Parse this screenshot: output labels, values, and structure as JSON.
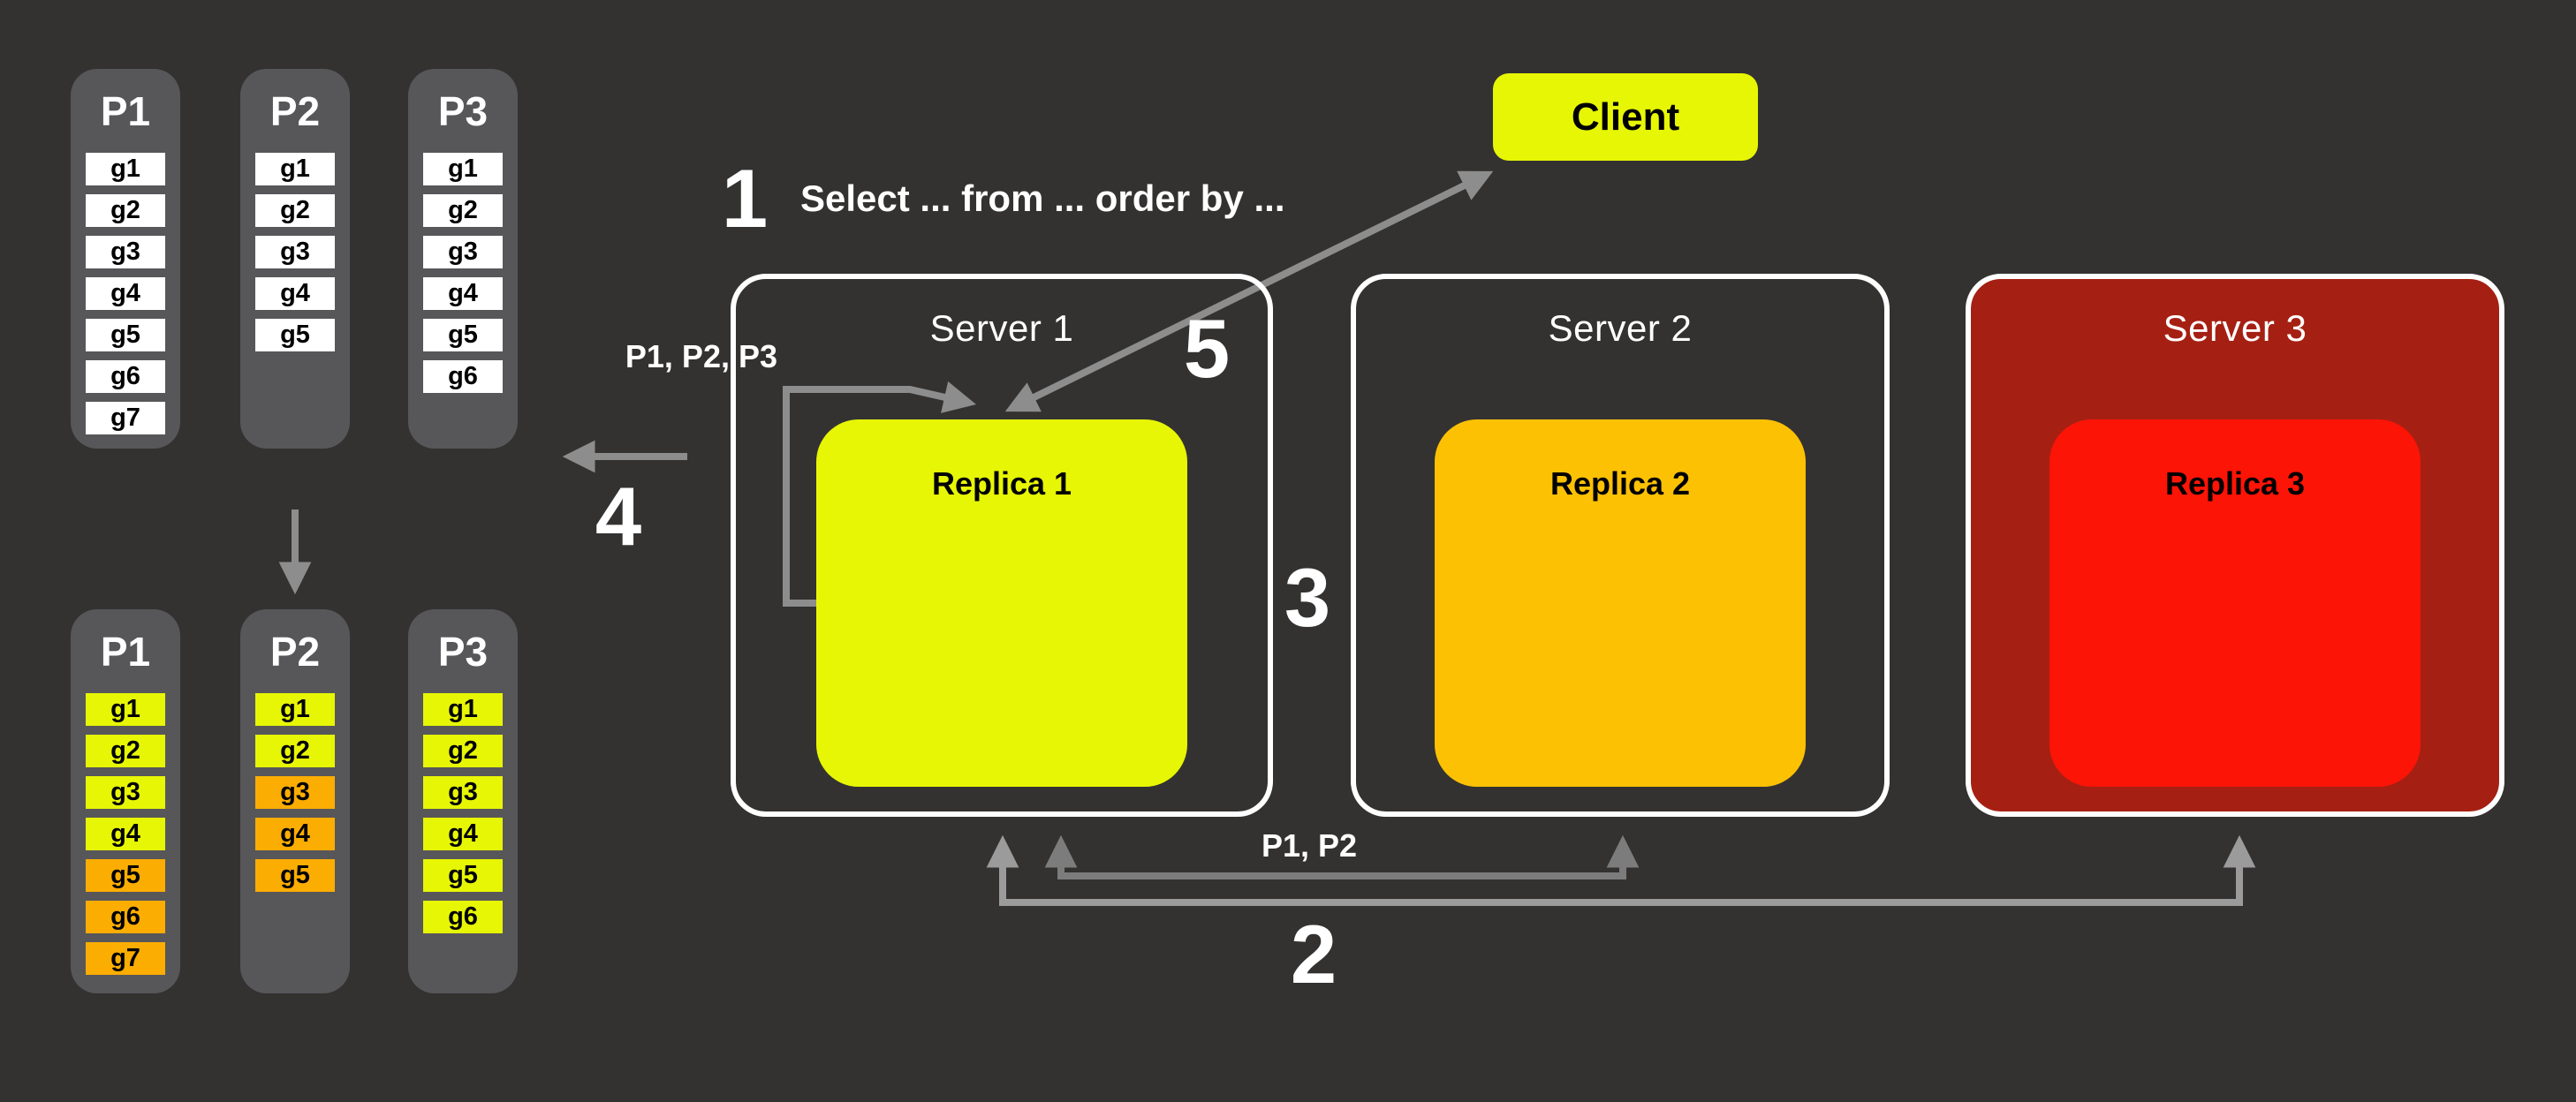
{
  "colors": {
    "background": "#333231",
    "panel_gray": "#57575a",
    "cell_white": "#ffffff",
    "yellow": "#e7f604",
    "amber": "#fdc104",
    "orange": "#fbad02",
    "red": "#fc1407",
    "dark_red": "#a52013",
    "arrow_gray": "#8d8d8d",
    "arrow_dark_gray": "#7c7c7c",
    "arrow_light_gray": "#9b9b9b",
    "text_light": "#ffffff",
    "text_dark": "#000000"
  },
  "client": {
    "label": "Client"
  },
  "steps": {
    "s1": "1",
    "s2": "2",
    "s3": "3",
    "s4": "4",
    "s5": "5"
  },
  "annotations": {
    "query": "Select ... from ... order by ...",
    "partitions_into_server1": "P1, P2, P3",
    "partitions_to_server2": "P1, P2"
  },
  "servers": [
    {
      "label": "Server 1",
      "bg_key": null,
      "replica": {
        "label": "Replica 1",
        "color_key": "yellow"
      }
    },
    {
      "label": "Server 2",
      "bg_key": null,
      "replica": {
        "label": "Replica 2",
        "color_key": "amber"
      }
    },
    {
      "label": "Server 3",
      "bg_key": "dark_red",
      "replica": {
        "label": "Replica 3",
        "color_key": "red"
      }
    }
  ],
  "partition_groups": [
    {
      "id": "top",
      "columns": [
        {
          "label": "P1",
          "cells": [
            {
              "label": "g1",
              "color_key": "cell_white"
            },
            {
              "label": "g2",
              "color_key": "cell_white"
            },
            {
              "label": "g3",
              "color_key": "cell_white"
            },
            {
              "label": "g4",
              "color_key": "cell_white"
            },
            {
              "label": "g5",
              "color_key": "cell_white"
            },
            {
              "label": "g6",
              "color_key": "cell_white"
            },
            {
              "label": "g7",
              "color_key": "cell_white"
            }
          ]
        },
        {
          "label": "P2",
          "cells": [
            {
              "label": "g1",
              "color_key": "cell_white"
            },
            {
              "label": "g2",
              "color_key": "cell_white"
            },
            {
              "label": "g3",
              "color_key": "cell_white"
            },
            {
              "label": "g4",
              "color_key": "cell_white"
            },
            {
              "label": "g5",
              "color_key": "cell_white"
            }
          ]
        },
        {
          "label": "P3",
          "cells": [
            {
              "label": "g1",
              "color_key": "cell_white"
            },
            {
              "label": "g2",
              "color_key": "cell_white"
            },
            {
              "label": "g3",
              "color_key": "cell_white"
            },
            {
              "label": "g4",
              "color_key": "cell_white"
            },
            {
              "label": "g5",
              "color_key": "cell_white"
            },
            {
              "label": "g6",
              "color_key": "cell_white"
            }
          ]
        }
      ]
    },
    {
      "id": "bottom",
      "columns": [
        {
          "label": "P1",
          "cells": [
            {
              "label": "g1",
              "color_key": "yellow"
            },
            {
              "label": "g2",
              "color_key": "yellow"
            },
            {
              "label": "g3",
              "color_key": "yellow"
            },
            {
              "label": "g4",
              "color_key": "yellow"
            },
            {
              "label": "g5",
              "color_key": "orange"
            },
            {
              "label": "g6",
              "color_key": "orange"
            },
            {
              "label": "g7",
              "color_key": "orange"
            }
          ]
        },
        {
          "label": "P2",
          "cells": [
            {
              "label": "g1",
              "color_key": "yellow"
            },
            {
              "label": "g2",
              "color_key": "yellow"
            },
            {
              "label": "g3",
              "color_key": "orange"
            },
            {
              "label": "g4",
              "color_key": "orange"
            },
            {
              "label": "g5",
              "color_key": "orange"
            }
          ]
        },
        {
          "label": "P3",
          "cells": [
            {
              "label": "g1",
              "color_key": "yellow"
            },
            {
              "label": "g2",
              "color_key": "yellow"
            },
            {
              "label": "g3",
              "color_key": "yellow"
            },
            {
              "label": "g4",
              "color_key": "yellow"
            },
            {
              "label": "g5",
              "color_key": "yellow"
            },
            {
              "label": "g6",
              "color_key": "yellow"
            }
          ]
        }
      ]
    }
  ]
}
